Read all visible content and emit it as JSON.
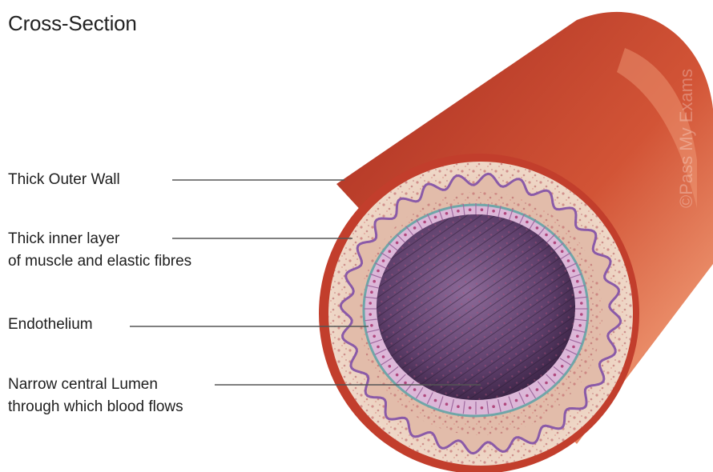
{
  "title": "Cross-Section",
  "labels": {
    "outer_wall": "Thick Outer Wall",
    "inner_layer_line1": "Thick inner layer",
    "inner_layer_line2": "of muscle and elastic fibres",
    "endothelium": "Endothelium",
    "lumen_line1": "Narrow central Lumen",
    "lumen_line2": "through which blood flows"
  },
  "watermark": "©Pass My Exams",
  "colors": {
    "outer_wall": "#c7442e",
    "outer_wall_highlight": "#e47a5a",
    "inner_layer": "#e8c9b8",
    "muscle_border": "#8a5aa8",
    "endothelium": "#d9b5d6",
    "lumen": "#6d4a78",
    "leader_line": "#444444"
  }
}
